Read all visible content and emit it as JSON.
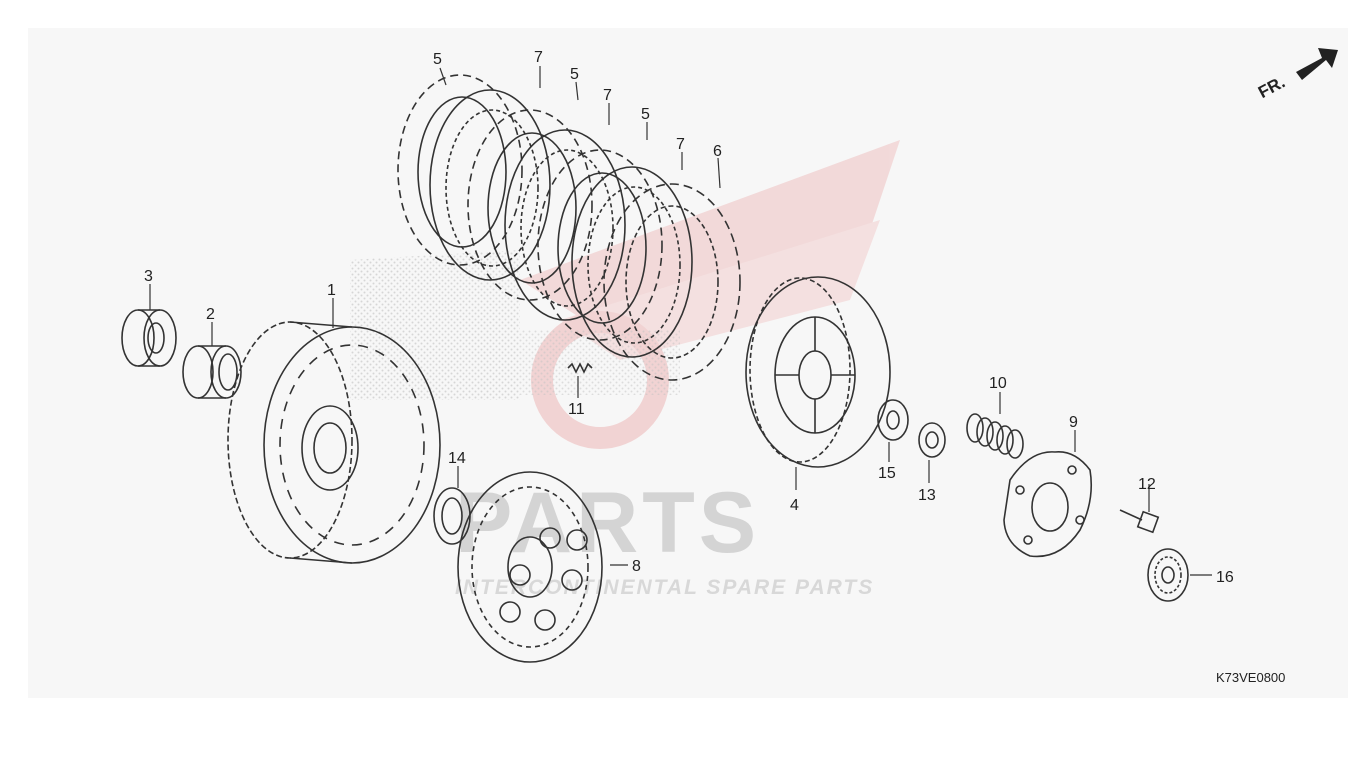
{
  "diagram": {
    "code": "K73VE0800",
    "direction_label": "FR.",
    "watermark_brand": "PARTS",
    "watermark_tagline": "INTERCONTINENTAL SPARE PARTS",
    "callouts": [
      {
        "id": "c5a",
        "label": "5"
      },
      {
        "id": "c7a",
        "label": "7"
      },
      {
        "id": "c5b",
        "label": "5"
      },
      {
        "id": "c7b",
        "label": "7"
      },
      {
        "id": "c5c",
        "label": "5"
      },
      {
        "id": "c7c",
        "label": "7"
      },
      {
        "id": "c6",
        "label": "6"
      },
      {
        "id": "c3",
        "label": "3"
      },
      {
        "id": "c2",
        "label": "2"
      },
      {
        "id": "c1",
        "label": "1"
      },
      {
        "id": "c11",
        "label": "11"
      },
      {
        "id": "c14",
        "label": "14"
      },
      {
        "id": "c8",
        "label": "8"
      },
      {
        "id": "c4",
        "label": "4"
      },
      {
        "id": "c15",
        "label": "15"
      },
      {
        "id": "c13",
        "label": "13"
      },
      {
        "id": "c10",
        "label": "10"
      },
      {
        "id": "c9",
        "label": "9"
      },
      {
        "id": "c12",
        "label": "12"
      },
      {
        "id": "c16",
        "label": "16"
      }
    ]
  }
}
